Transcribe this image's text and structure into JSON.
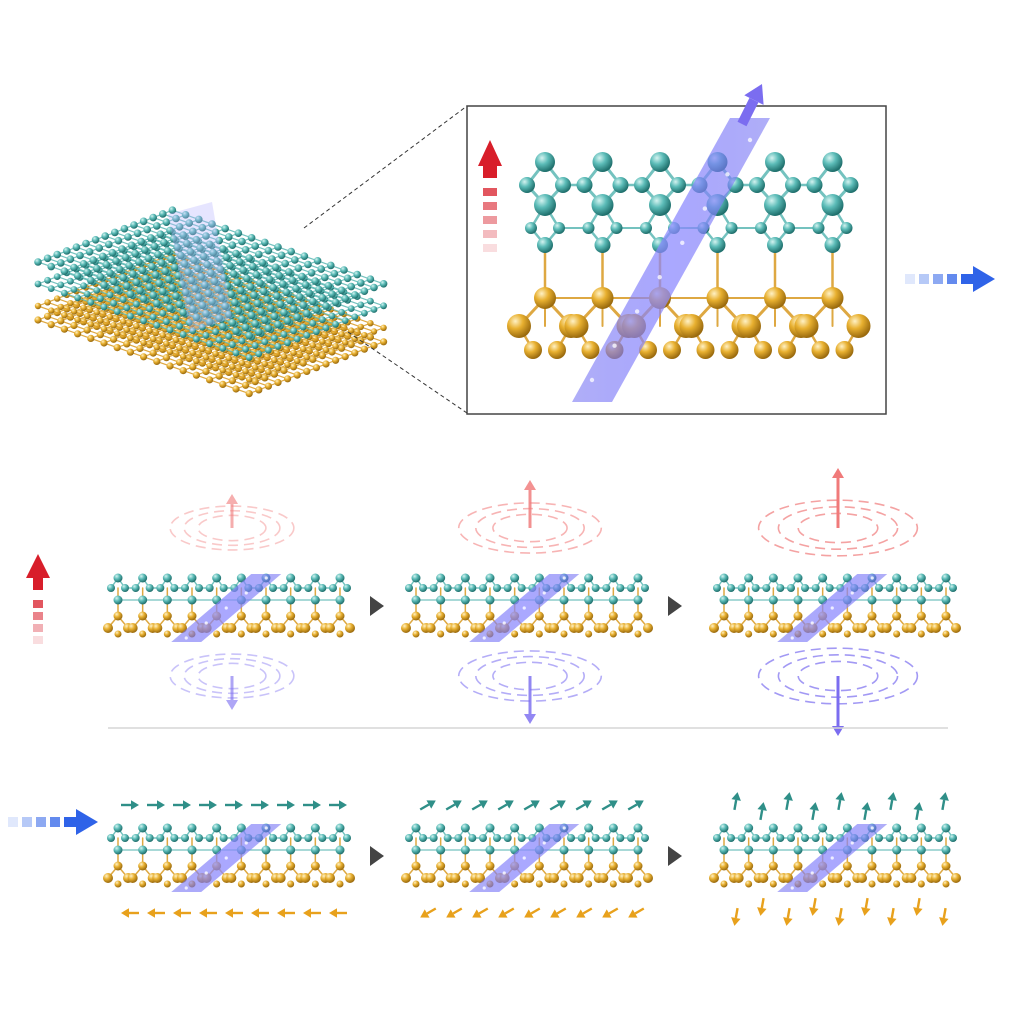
{
  "colors": {
    "background": "#ffffff",
    "top_atom": "#3fa6a6",
    "top_atom_light": "#8fd6d2",
    "bottom_atom": "#e2a82a",
    "bottom_atom_light": "#f6d47a",
    "bond_top": "#5cb8b4",
    "bond_bottom": "#d99a22",
    "beam": "#6f6cf2",
    "beam_light": "#b7b5ff",
    "arrow_red": "#d81e2a",
    "arrow_pink": "#f07a7a",
    "arrow_blue": "#2f63e8",
    "arrow_violet": "#7b6df0",
    "arrow_teal": "#2f8f88",
    "arrow_orange": "#e8a11c",
    "step_marker": "#444444",
    "frame": "#444444",
    "divider": "#d6d6d6"
  },
  "icons": {
    "polarization_up": "red-up-arrow-icon",
    "current_right": "blue-right-arrow-icon",
    "step": "triangle-right-icon",
    "beam_exit": "violet-arrow-icon"
  },
  "diagram": {
    "perspective_slab": {
      "top_layer": "teal",
      "bottom_layer": "gold"
    },
    "zoom_inset": {
      "columns": 6
    },
    "vertical_sequence": {
      "panels": 3,
      "field_strength": [
        0.35,
        0.7,
        1.0
      ]
    },
    "lateral_sequence": {
      "panels": 3,
      "arrow_tilt_deg": [
        0,
        30,
        80
      ]
    }
  }
}
